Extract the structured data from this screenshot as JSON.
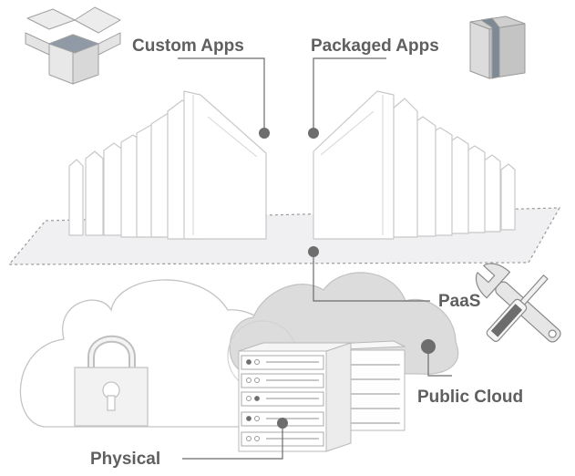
{
  "labels": {
    "custom_apps": "Custom Apps",
    "packaged_apps": "Packaged Apps",
    "paas": "PaaS",
    "public_cloud": "Public Cloud",
    "physical": "Physical"
  },
  "icons": {
    "open_box": "open-box-icon",
    "closed_box": "closed-box-icon",
    "tools": "wrench-screwdriver-icon",
    "padlock": "padlock-icon",
    "servers": "server-rack-icon"
  },
  "colors": {
    "text": "#5f5f5f",
    "line": "#6b6b6b",
    "dot": "#6d6d6d",
    "cloud_dark": "#dcdcdc",
    "platform": "#f0f0f3"
  }
}
